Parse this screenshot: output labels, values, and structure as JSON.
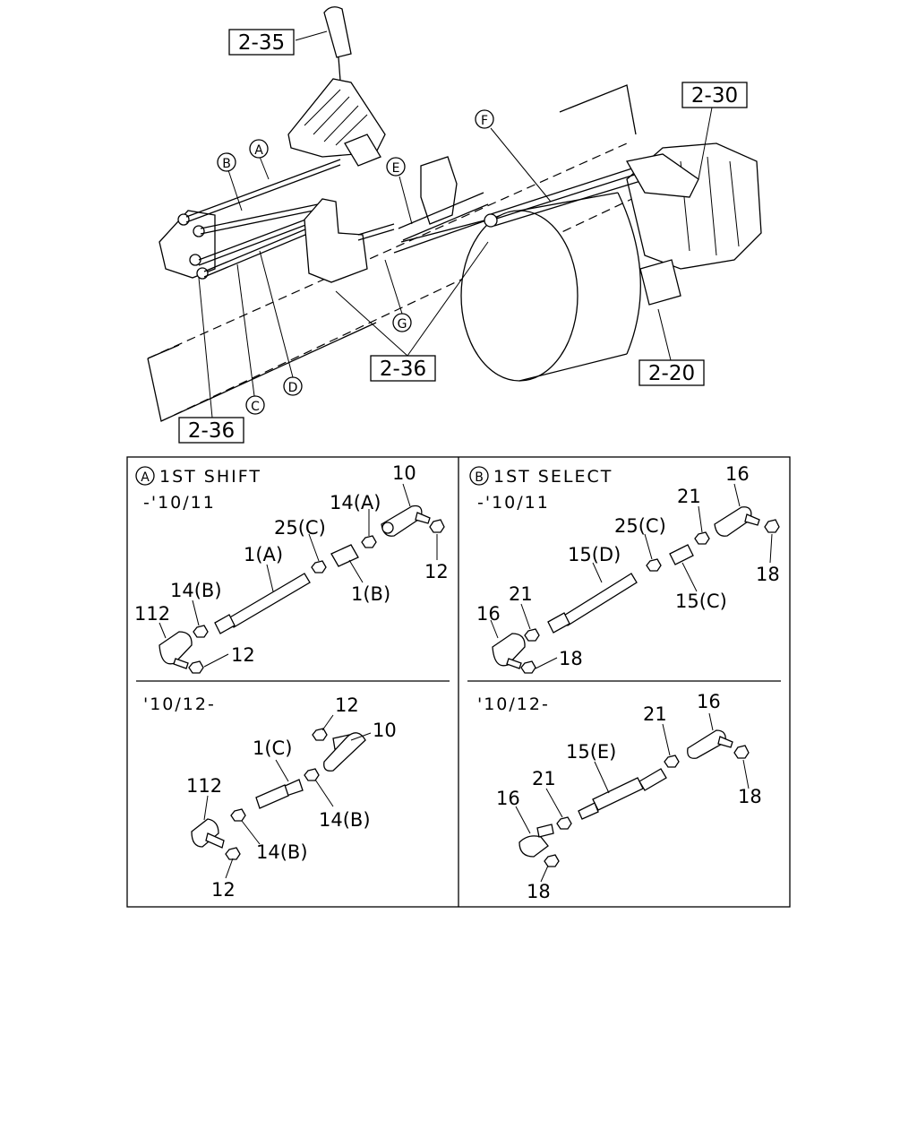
{
  "overview": {
    "ref_boxes": [
      "2-35",
      "2-30",
      "2-36",
      "2-20",
      "2-36"
    ],
    "circle_labels": [
      "A",
      "B",
      "C",
      "D",
      "E",
      "F",
      "G"
    ]
  },
  "panel_a": {
    "circle": "A",
    "title": "1ST SHIFT",
    "upper": {
      "period": "-'10/11",
      "labels": [
        "10",
        "14(A)",
        "25(C)",
        "12",
        "1(A)",
        "1(B)",
        "14(B)",
        "112",
        "12"
      ]
    },
    "lower": {
      "period": "'10/12-",
      "labels": [
        "12",
        "10",
        "1(C)",
        "112",
        "14(B)",
        "14(B)",
        "12"
      ]
    }
  },
  "panel_b": {
    "circle": "B",
    "title": "1ST SELECT",
    "upper": {
      "period": "-'10/11",
      "labels": [
        "16",
        "21",
        "25(C)",
        "15(D)",
        "18",
        "15(C)",
        "21",
        "16",
        "18"
      ]
    },
    "lower": {
      "period": "'10/12-",
      "labels": [
        "16",
        "21",
        "15(E)",
        "21",
        "16",
        "18",
        "18"
      ]
    }
  }
}
